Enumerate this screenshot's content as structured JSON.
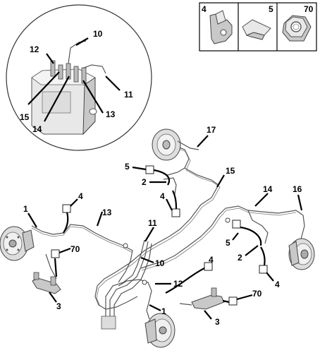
{
  "legend_panel": {
    "items": [
      {
        "number": "4"
      },
      {
        "number": "5"
      },
      {
        "number": "70"
      }
    ]
  },
  "callouts": {
    "inset_10": "10",
    "inset_11": "11",
    "inset_12": "12",
    "inset_13": "13",
    "inset_14": "14",
    "inset_15": "15",
    "rear_right_17": "17",
    "rear_5": "5",
    "rear_2": "2",
    "rear_4": "4",
    "pipe_15": "15",
    "pipe_14": "14",
    "rear_16": "16",
    "front_left_1": "1",
    "front_left_4": "4",
    "pipe_13": "13",
    "front_left_70": "70",
    "front_left_3": "3",
    "pipe_11": "11",
    "pipe_10": "10",
    "front_right_12": "12",
    "front_right_4": "4",
    "front_right_1": "1",
    "front_right_70": "70",
    "front_right_3": "3",
    "rear_left_5": "5",
    "rear_left_2": "2",
    "rear_left_4": "4"
  }
}
